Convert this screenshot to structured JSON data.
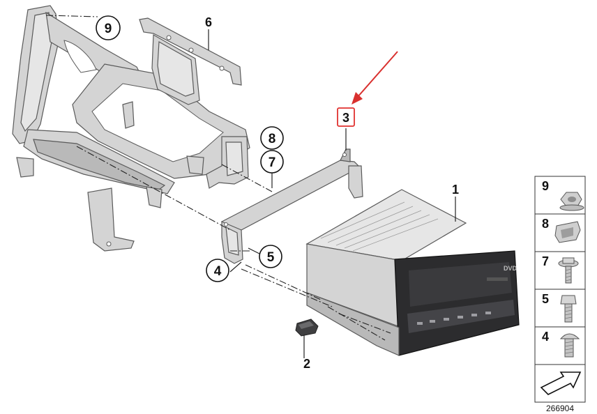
{
  "callouts": {
    "c1": "1",
    "c2": "2",
    "c3": "3",
    "c4": "4",
    "c5": "5",
    "c6": "6",
    "c7": "7",
    "c8": "8",
    "c9": "9"
  },
  "sidebar": {
    "items": [
      {
        "label": "9",
        "icon": "flange-nut-icon"
      },
      {
        "label": "8",
        "icon": "clip-nut-icon"
      },
      {
        "label": "7",
        "icon": "washer-bolt-icon"
      },
      {
        "label": "5",
        "icon": "hex-bolt-icon"
      },
      {
        "label": "4",
        "icon": "button-head-screw-icon"
      }
    ],
    "arrow_icon": "next-page-arrow-icon"
  },
  "diagram_id": "266904",
  "colors": {
    "highlight_box": "#e0312f",
    "arrow": "#d9302e",
    "part_fill": "#d4d4d4",
    "unit_front": "#2c2c2e"
  }
}
